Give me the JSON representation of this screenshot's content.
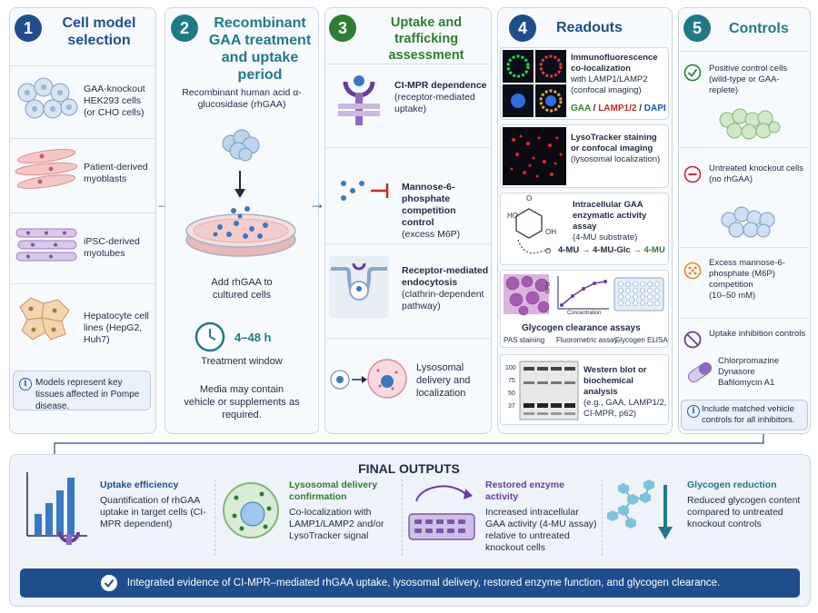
{
  "colors": {
    "navy": "#1f4e8c",
    "teal": "#1f7a86",
    "green": "#2e7d32",
    "darkblue": "#1f4e8c",
    "purple": "#6a3d9a",
    "red": "#c62828"
  },
  "p1": {
    "num": "1",
    "title": "Cell model selection",
    "items": [
      {
        "text": "GAA-knockout HEK293 cells (or CHO cells)"
      },
      {
        "text": "Patient-derived myoblasts"
      },
      {
        "text": "iPSC-derived myotubes"
      },
      {
        "text": "Hepatocyte cell lines (HepG2, Huh7)"
      }
    ],
    "note": "Models represent key tissues affected in Pompe disease."
  },
  "p2": {
    "num": "2",
    "title": "Recombinant GAA treatment and uptake period",
    "rhgaa": "Recombinant human acid α-glucosidase (rhGAA)",
    "add": "Add rhGAA to cultured cells",
    "time": "4–48 h",
    "window": "Treatment window",
    "media": "Media may contain vehicle or supplements as required."
  },
  "p3": {
    "num": "3",
    "title": "Uptake and trafficking assessment",
    "items": [
      {
        "title": "CI-MPR dependence",
        "sub": "(receptor-mediated uptake)"
      },
      {
        "title": "Mannose-6-phosphate competition control",
        "sub": "(excess M6P)"
      },
      {
        "title": "Receptor-mediated endocytosis",
        "sub": "(clathrin-dependent pathway)"
      },
      {
        "title": "Lysosomal delivery and localization",
        "sub": ""
      }
    ]
  },
  "p4": {
    "num": "4",
    "title": "Readouts",
    "if": {
      "title": "Immunofluorescence co-localization",
      "sub": "with LAMP1/LAMP2 (confocal imaging)",
      "gaa": "GAA",
      "lamp": "LAMP1/2",
      "dapi": "DAPI",
      "slash": "/"
    },
    "lyso": {
      "title": "LysoTracker staining or confocal imaging",
      "sub": "(lysosomal localization)"
    },
    "assay": {
      "title": "Intracellular GAA enzymatic activity assay",
      "sub": "(4-MU substrate)",
      "eq_a": "4-MU → 4-MU-Glc →",
      "eq_b": "4-MU",
      "chem_o1": "O",
      "chem_o2": "O",
      "chem_ho": "HO",
      "chem_oh": "OH"
    },
    "glycogen": {
      "title": "Glycogen clearance assays",
      "pas": "PAS staining",
      "fluor": "Fluorometric assay",
      "elisa": "Glycogen ELISA",
      "rfu": "RFU",
      "conc": "Concentration"
    },
    "wb": {
      "title": "Western blot or biochemical analysis",
      "sub": "(e.g., GAA, LAMP1/2, CI-MPR, p62)",
      "mw": [
        "100",
        "75",
        "50",
        "37"
      ]
    }
  },
  "p5": {
    "num": "5",
    "title": "Controls",
    "items": [
      {
        "title": "Positive control cells",
        "sub": "(wild-type or GAA-replete)"
      },
      {
        "title": "Untreated knockout cells",
        "sub": "(no rhGAA)"
      },
      {
        "title": "Excess mannose-6-phosphate (M6P) competition",
        "sub": "(10–50 mM)"
      },
      {
        "title": "Uptake inhibition controls",
        "sub": "Chlorpromazine\nDynasore\nBafilomycin A1"
      }
    ],
    "note": "Include matched vehicle controls for all inhibitors."
  },
  "final": {
    "title": "FINAL OUTPUTS",
    "items": [
      {
        "title": "Uptake efficiency",
        "sub": "Quantification of rhGAA uptake in target cells (CI-MPR dependent)"
      },
      {
        "title": "Lysosomal delivery confirmation",
        "sub": "Co-localization with LAMP1/LAMP2 and/or LysoTracker signal"
      },
      {
        "title": "Restored enzyme activity",
        "sub": "Increased intracellular GAA activity (4-MU assay) relative to untreated knockout cells"
      },
      {
        "title": "Glycogen reduction",
        "sub": "Reduced glycogen content compared to untreated knockout controls"
      }
    ],
    "banner": "Integrated evidence of CI-MPR–mediated rhGAA uptake, lysosomal delivery, restored enzyme function, and glycogen clearance."
  }
}
